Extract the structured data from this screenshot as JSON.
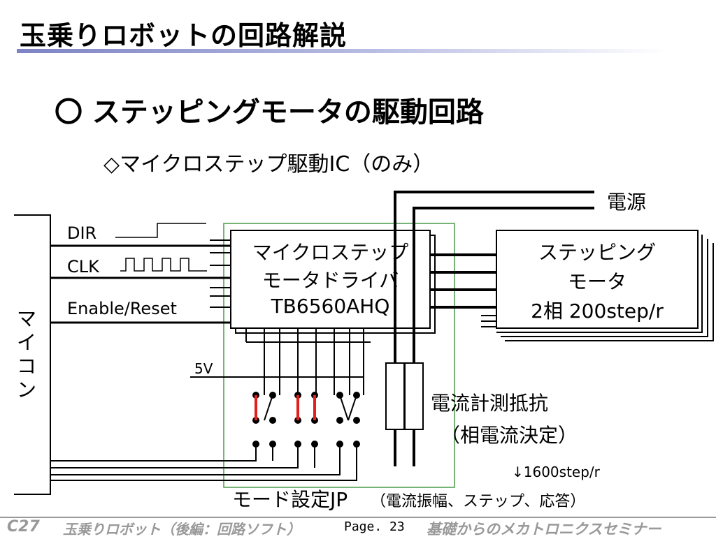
{
  "slide": {
    "title": "玉乗りロボットの回路解説",
    "heading": "〇 ステッピングモータの駆動回路",
    "subheading": "◇マイクロステップ駆動IC（のみ）"
  },
  "diagram": {
    "mcu_label": "マイコン",
    "signals": {
      "dir": "DIR",
      "clk": "CLK",
      "enable": "Enable/Reset",
      "v5": "5V"
    },
    "driver": {
      "line1": "マイクロステップ",
      "line2": "モータドライバ",
      "line3": "TB6560AHQ"
    },
    "power_label": "電源",
    "motor": {
      "line1": "ステッピング",
      "line2": "モータ",
      "line3": "2相 200step/r"
    },
    "resistor": {
      "line1": "電流計測抵抗",
      "line2": "（相電流決定）"
    },
    "step_note": "↓1600step/r",
    "jumper_label": "モード設定JP",
    "jumper_note": "（電流振幅、ステップ、応答）",
    "jumper_color": "#e0201a",
    "board_outline_color": "#4a9a4a"
  },
  "footer": {
    "left_code": "C27",
    "left_title": "玉乗りロボット（後編：回路ソフト）",
    "page": "Page. 23",
    "right_title": "基礎からのメカトロニクスセミナー"
  }
}
